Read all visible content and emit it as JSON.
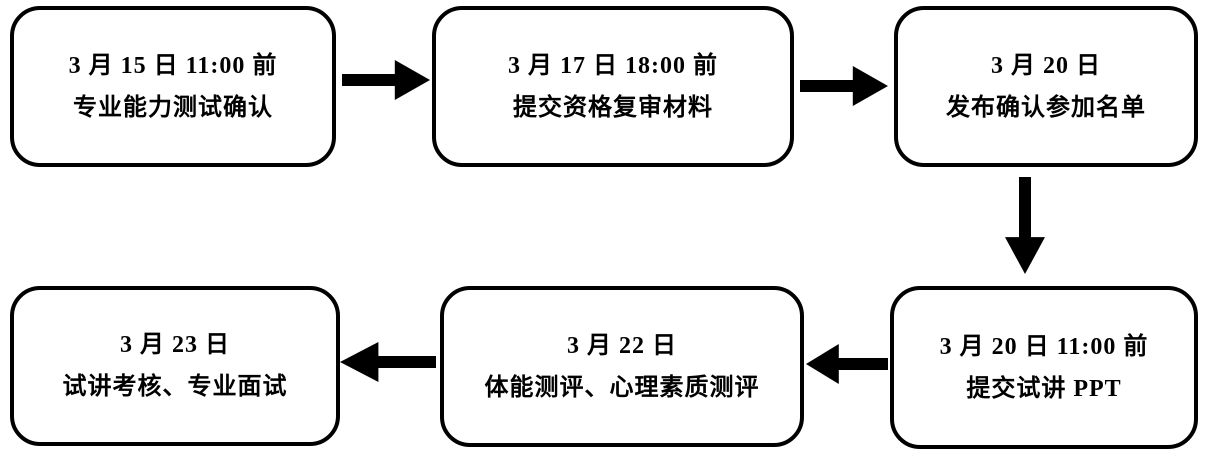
{
  "diagram": {
    "type": "flowchart",
    "background_color": "#ffffff",
    "stroke_color": "#000000",
    "text_color": "#000000",
    "nodes": [
      {
        "id": "step-1",
        "line1": "3 月 15 日 11:00 前",
        "line2": "专业能力测试确认"
      },
      {
        "id": "step-2",
        "line1": "3 月 17 日 18:00 前",
        "line2": "提交资格复审材料"
      },
      {
        "id": "step-3",
        "line1": "3 月 20 日",
        "line2": "发布确认参加名单"
      },
      {
        "id": "step-4",
        "line1": "3 月 20 日 11:00 前",
        "line2": "提交试讲 PPT"
      },
      {
        "id": "step-5",
        "line1": "3 月 22 日",
        "line2": "体能测评、心理素质测评"
      },
      {
        "id": "step-6",
        "line1": "3 月 23 日",
        "line2": "试讲考核、专业面试"
      }
    ],
    "arrows": [
      {
        "from": "step-1",
        "to": "step-2",
        "direction": "right"
      },
      {
        "from": "step-2",
        "to": "step-3",
        "direction": "right"
      },
      {
        "from": "step-3",
        "to": "step-4",
        "direction": "down"
      },
      {
        "from": "step-4",
        "to": "step-5",
        "direction": "left"
      },
      {
        "from": "step-5",
        "to": "step-6",
        "direction": "left"
      }
    ]
  }
}
